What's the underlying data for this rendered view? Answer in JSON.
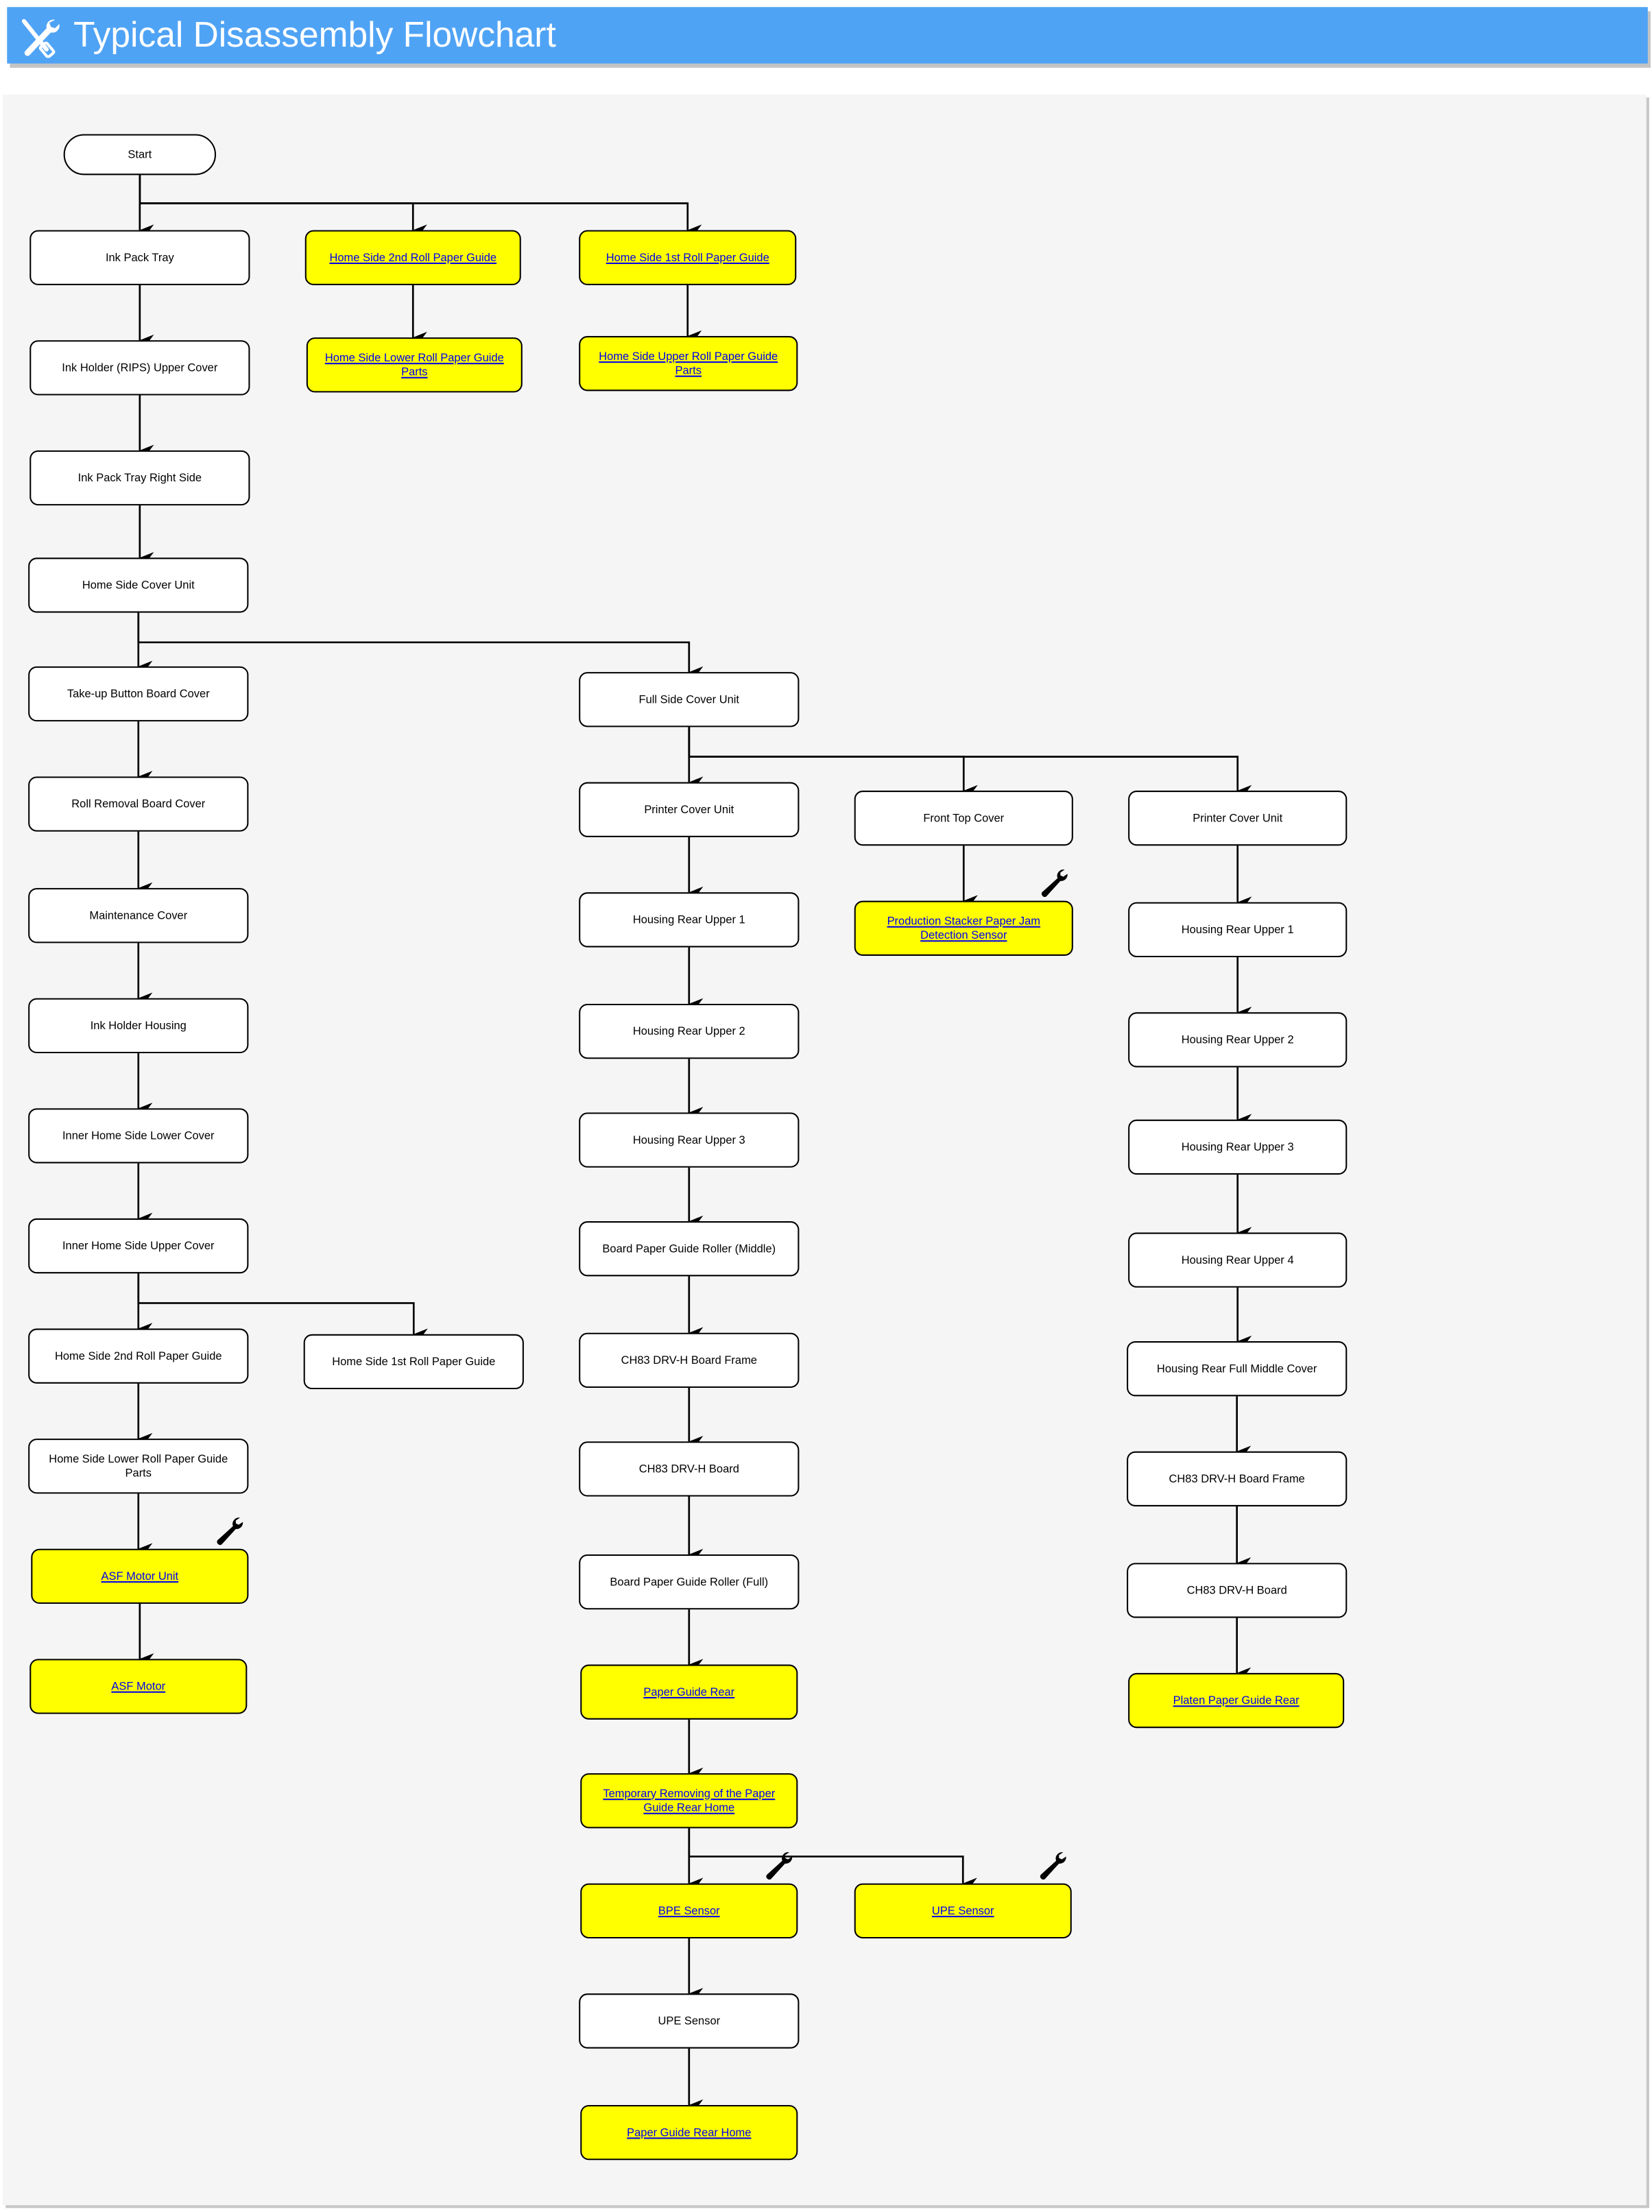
{
  "header": {
    "title": "Typical Disassembly Flowchart",
    "icon": "tools-icon"
  },
  "colors": {
    "header": "#4fa3f5",
    "link_box": "#ffff00",
    "link_text": "#0000ee",
    "panel": "#f5f5f5"
  },
  "nodes": [
    {
      "id": "start",
      "label": "Start",
      "link": false
    },
    {
      "id": "a1",
      "label": "Ink Pack Tray",
      "link": false
    },
    {
      "id": "a2",
      "label": "Ink Holder (RIPS) Upper Cover",
      "link": false
    },
    {
      "id": "a3",
      "label": "Ink Pack Tray Right Side",
      "link": false
    },
    {
      "id": "a4",
      "label": "Home Side Cover Unit",
      "link": false
    },
    {
      "id": "a5",
      "label": "Take-up Button Board Cover",
      "link": false
    },
    {
      "id": "a6",
      "label": "Roll Removal Board Cover",
      "link": false
    },
    {
      "id": "a7",
      "label": "Maintenance Cover",
      "link": false
    },
    {
      "id": "a8",
      "label": "Ink Holder Housing",
      "link": false
    },
    {
      "id": "a9",
      "label": "Inner Home Side Lower Cover",
      "link": false
    },
    {
      "id": "a10",
      "label": "Inner Home Side Upper Cover",
      "link": false
    },
    {
      "id": "a11",
      "label": "Home Side 2nd Roll Paper Guide",
      "link": false
    },
    {
      "id": "a12",
      "label": "Home Side Lower Roll Paper Guide Parts",
      "link": false
    },
    {
      "id": "a13",
      "label": "ASF Motor Unit",
      "link": true,
      "wrench": true
    },
    {
      "id": "a14",
      "label": "ASF Motor",
      "link": true
    },
    {
      "id": "b1",
      "label": "Home Side 2nd Roll Paper Guide",
      "link": true
    },
    {
      "id": "b2",
      "label": "Home Side Lower Roll Paper Guide Parts",
      "link": true
    },
    {
      "id": "b3",
      "label": "Home Side 1st Roll Paper Guide",
      "link": false
    },
    {
      "id": "c1",
      "label": "Home Side 1st Roll Paper Guide",
      "link": true
    },
    {
      "id": "c2",
      "label": "Home Side Upper Roll Paper Guide Parts",
      "link": true
    },
    {
      "id": "c3",
      "label": "Full Side Cover Unit",
      "link": false
    },
    {
      "id": "c4",
      "label": "Printer Cover Unit",
      "link": false
    },
    {
      "id": "c5",
      "label": "Housing Rear Upper 1",
      "link": false
    },
    {
      "id": "c6",
      "label": "Housing Rear Upper 2",
      "link": false
    },
    {
      "id": "c7",
      "label": "Housing Rear Upper 3",
      "link": false
    },
    {
      "id": "c8",
      "label": "Board Paper Guide Roller (Middle)",
      "link": false
    },
    {
      "id": "c9",
      "label": "CH83 DRV-H Board Frame",
      "link": false
    },
    {
      "id": "c10",
      "label": "CH83 DRV-H Board",
      "link": false
    },
    {
      "id": "c11",
      "label": "Board Paper Guide Roller (Full)",
      "link": false
    },
    {
      "id": "c12",
      "label": "Paper Guide Rear",
      "link": true
    },
    {
      "id": "c13",
      "label": "Temporary Removing of the Paper Guide Rear Home",
      "link": true
    },
    {
      "id": "c14",
      "label": "BPE Sensor",
      "link": true,
      "wrench": true
    },
    {
      "id": "c15",
      "label": "UPE Sensor",
      "link": false
    },
    {
      "id": "c16",
      "label": "Paper Guide Rear Home",
      "link": true
    },
    {
      "id": "d1",
      "label": "Front Top Cover",
      "link": false
    },
    {
      "id": "d2",
      "label": "Production Stacker Paper Jam Detection Sensor",
      "link": true,
      "wrench": true
    },
    {
      "id": "d3",
      "label": "UPE Sensor",
      "link": true,
      "wrench": true
    },
    {
      "id": "e1",
      "label": "Printer Cover Unit",
      "link": false
    },
    {
      "id": "e2",
      "label": "Housing Rear Upper 1",
      "link": false
    },
    {
      "id": "e3",
      "label": "Housing Rear Upper 2",
      "link": false
    },
    {
      "id": "e4",
      "label": "Housing Rear Upper 3",
      "link": false
    },
    {
      "id": "e5",
      "label": "Housing Rear Upper 4",
      "link": false
    },
    {
      "id": "e6",
      "label": "Housing Rear Full Middle Cover",
      "link": false
    },
    {
      "id": "e7",
      "label": "CH83 DRV-H Board Frame",
      "link": false
    },
    {
      "id": "e8",
      "label": "CH83 DRV-H Board",
      "link": false
    },
    {
      "id": "e9",
      "label": "Platen Paper Guide Rear",
      "link": true
    }
  ],
  "edges": [
    [
      "start",
      "a1"
    ],
    [
      "start",
      "b1"
    ],
    [
      "start",
      "c1"
    ],
    [
      "b1",
      "b2"
    ],
    [
      "c1",
      "c2"
    ],
    [
      "a1",
      "a2"
    ],
    [
      "a2",
      "a3"
    ],
    [
      "a3",
      "a4"
    ],
    [
      "a4",
      "a5"
    ],
    [
      "a4",
      "c3"
    ],
    [
      "a5",
      "a6"
    ],
    [
      "a6",
      "a7"
    ],
    [
      "a7",
      "a8"
    ],
    [
      "a8",
      "a9"
    ],
    [
      "a9",
      "a10"
    ],
    [
      "a10",
      "a11"
    ],
    [
      "a10",
      "b3"
    ],
    [
      "a11",
      "a12"
    ],
    [
      "a12",
      "a13"
    ],
    [
      "a13",
      "a14"
    ],
    [
      "c3",
      "c4"
    ],
    [
      "c3",
      "d1"
    ],
    [
      "c3",
      "e1"
    ],
    [
      "d1",
      "d2"
    ],
    [
      "c4",
      "c5"
    ],
    [
      "c5",
      "c6"
    ],
    [
      "c6",
      "c7"
    ],
    [
      "c7",
      "c8"
    ],
    [
      "c8",
      "c9"
    ],
    [
      "c9",
      "c10"
    ],
    [
      "c10",
      "c11"
    ],
    [
      "c11",
      "c12"
    ],
    [
      "c12",
      "c13"
    ],
    [
      "c13",
      "c14"
    ],
    [
      "c13",
      "d3"
    ],
    [
      "c14",
      "c15"
    ],
    [
      "c15",
      "c16"
    ],
    [
      "e1",
      "e2"
    ],
    [
      "e2",
      "e3"
    ],
    [
      "e3",
      "e4"
    ],
    [
      "e4",
      "e5"
    ],
    [
      "e5",
      "e6"
    ],
    [
      "e6",
      "e7"
    ],
    [
      "e7",
      "e8"
    ],
    [
      "e8",
      "e9"
    ]
  ]
}
